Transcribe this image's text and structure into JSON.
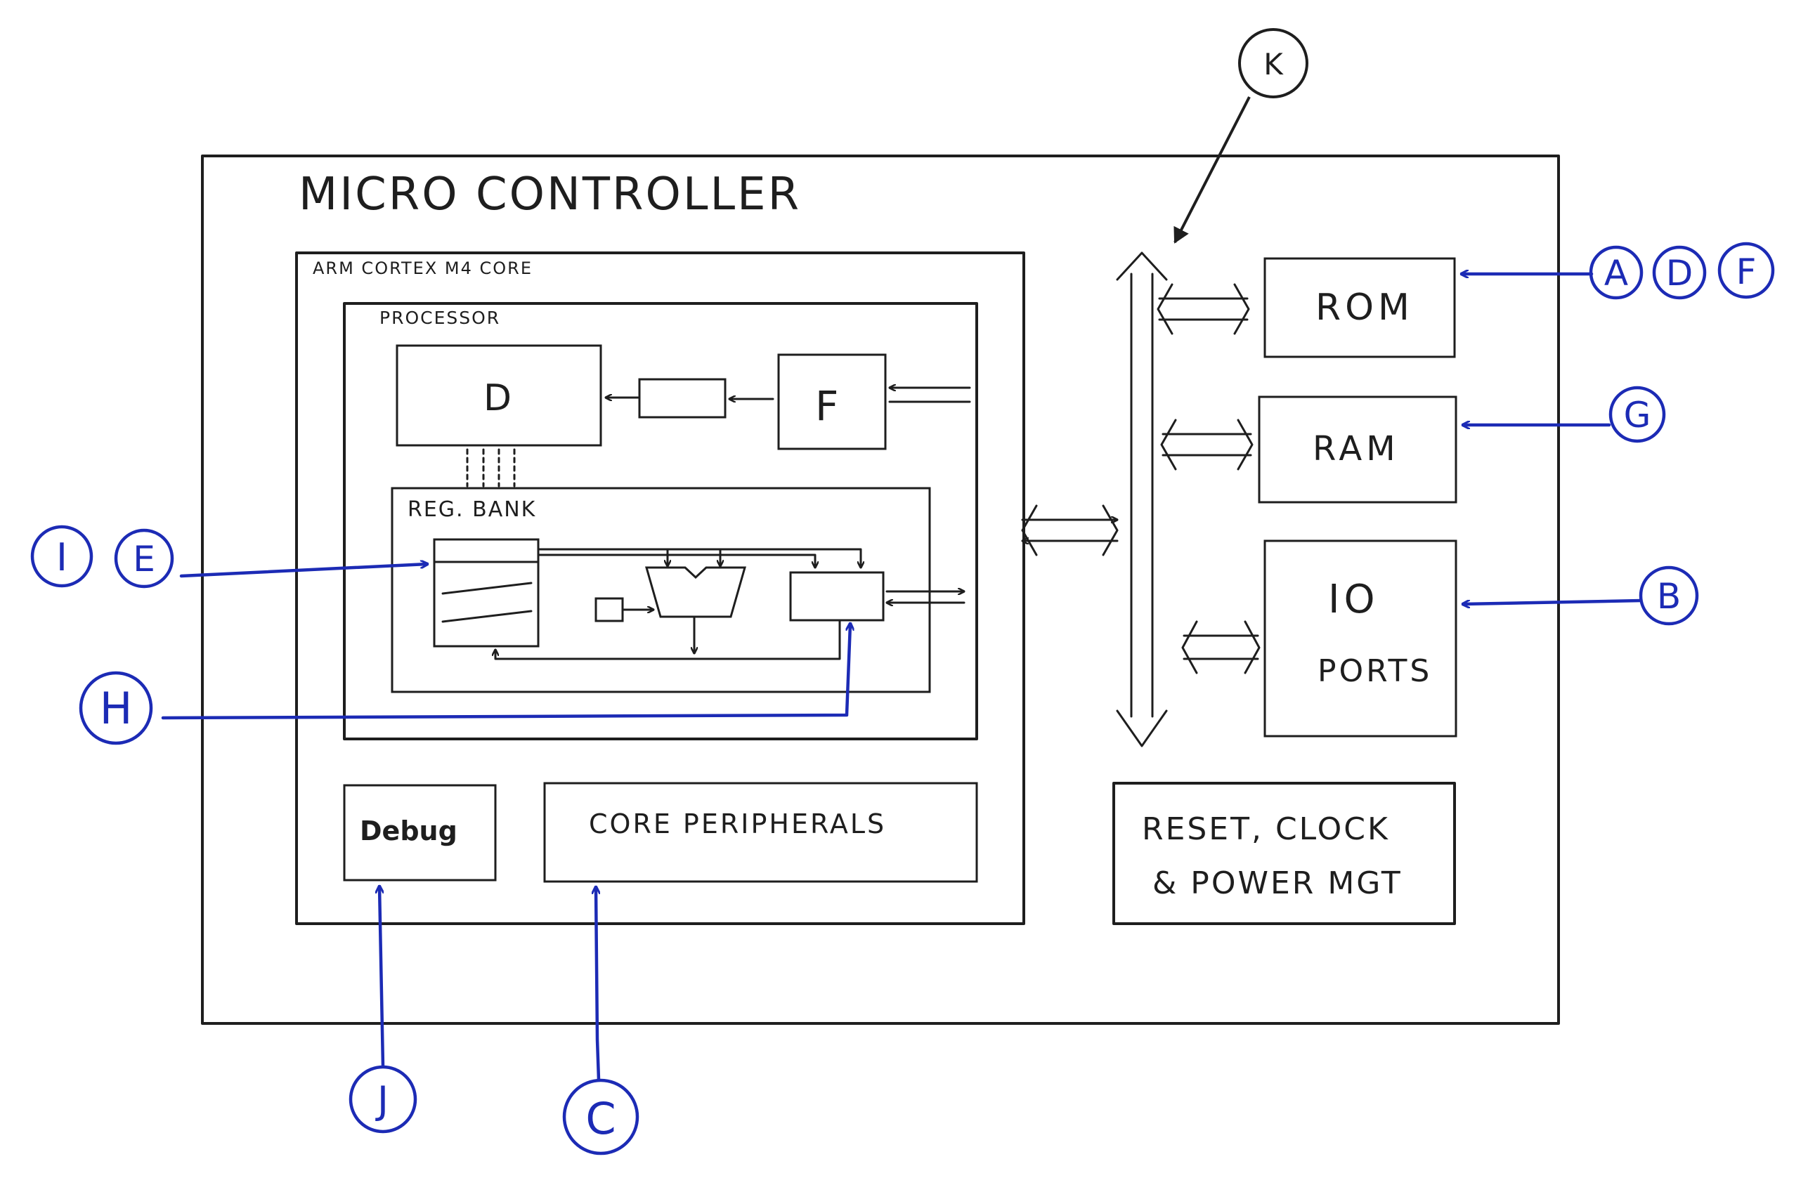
{
  "diagram": {
    "title": "MICRO CONTROLLER",
    "core_label": "ARM CORTEX M4 CORE",
    "processor_label": "PROCESSOR",
    "decode_label": "D",
    "fetch_label": "F",
    "reg_bank_label": "REG. BANK",
    "rom_label": "ROM",
    "ram_label": "RAM",
    "io_line1": "IO",
    "io_line2": "PORTS",
    "reset_line1": "RESET, CLOCK",
    "reset_line2": "& POWER MGT",
    "debug_label": "Debug",
    "core_peripherals_label": "CORE PERIPHERALS",
    "markers": {
      "k": "K",
      "a": "A",
      "d": "D",
      "f": "F",
      "g": "G",
      "b": "B",
      "i": "I",
      "e": "E",
      "h": "H",
      "j": "J",
      "c": "C"
    },
    "colors": {
      "ink": "#1e1e1e",
      "annotation": "#1c2bb5",
      "background": "#ffffff"
    }
  }
}
